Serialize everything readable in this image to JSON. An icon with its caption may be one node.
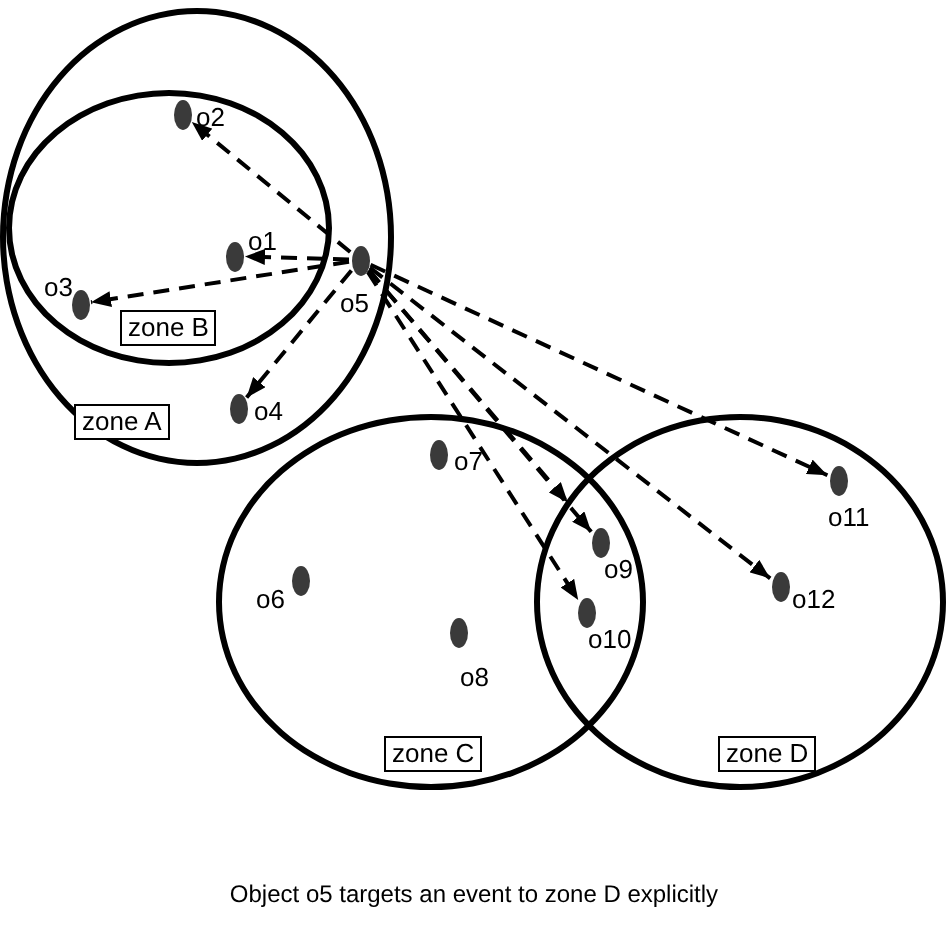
{
  "diagram": {
    "caption": "Object o5 targets an event to zone D explicitly",
    "nodes": [
      {
        "text": [
          "zone A"
        ]
      },
      {
        "text": [
          "zone B"
        ],
        "in": 0
      },
      {
        "text": [],
        "shape": "circle",
        "beside": [
          "o1"
        ],
        "in": 1
      },
      {
        "text": [],
        "shape": "circle",
        "beside": [
          "o2"
        ],
        "in": 1
      },
      {
        "text": [],
        "shape": "circle",
        "beside": [
          "o3"
        ],
        "in": 1
      },
      {
        "text": [],
        "shape": "circle",
        "beside": [
          "o4"
        ],
        "in": 0
      },
      {
        "text": [],
        "shape": "circle",
        "beside": [
          "o5"
        ],
        "in": 0
      },
      {
        "text": [
          "zone C"
        ]
      },
      {
        "text": [
          "zone D"
        ]
      },
      {
        "text": [],
        "shape": "circle",
        "beside": [
          "o6"
        ],
        "in": 7
      },
      {
        "text": [],
        "shape": "circle",
        "beside": [
          "o7"
        ],
        "in": 7
      },
      {
        "text": [],
        "shape": "circle",
        "beside": [
          "o8"
        ],
        "in": 7
      },
      {
        "text": [],
        "shape": "circle",
        "beside": [
          "o9"
        ]
      },
      {
        "text": [],
        "shape": "circle",
        "beside": [
          "o10"
        ]
      },
      {
        "text": [],
        "shape": "circle",
        "beside": [
          "o11"
        ],
        "in": 8
      },
      {
        "text": [],
        "shape": "circle",
        "beside": [
          "o12"
        ],
        "in": 8
      }
    ],
    "edges": [
      {
        "from": 6,
        "to": 2,
        "arrow": "to",
        "style": "dashed"
      },
      {
        "from": 6,
        "to": 3,
        "arrow": "to",
        "style": "dashed"
      },
      {
        "from": 6,
        "to": 4,
        "arrow": "to",
        "style": "dashed"
      },
      {
        "from": 6,
        "to": 5,
        "arrow": "to",
        "style": "dashed"
      },
      {
        "from": 6,
        "to": 8,
        "arrow": "to",
        "style": "dashed"
      },
      {
        "from": 6,
        "to": 12,
        "arrow": "to",
        "style": "dashed"
      },
      {
        "from": 6,
        "to": 13,
        "arrow": "to",
        "style": "dashed"
      },
      {
        "from": 6,
        "to": 14,
        "arrow": "to",
        "style": "dashed"
      },
      {
        "from": 6,
        "to": 15,
        "arrow": "to",
        "style": "dashed"
      }
    ]
  }
}
